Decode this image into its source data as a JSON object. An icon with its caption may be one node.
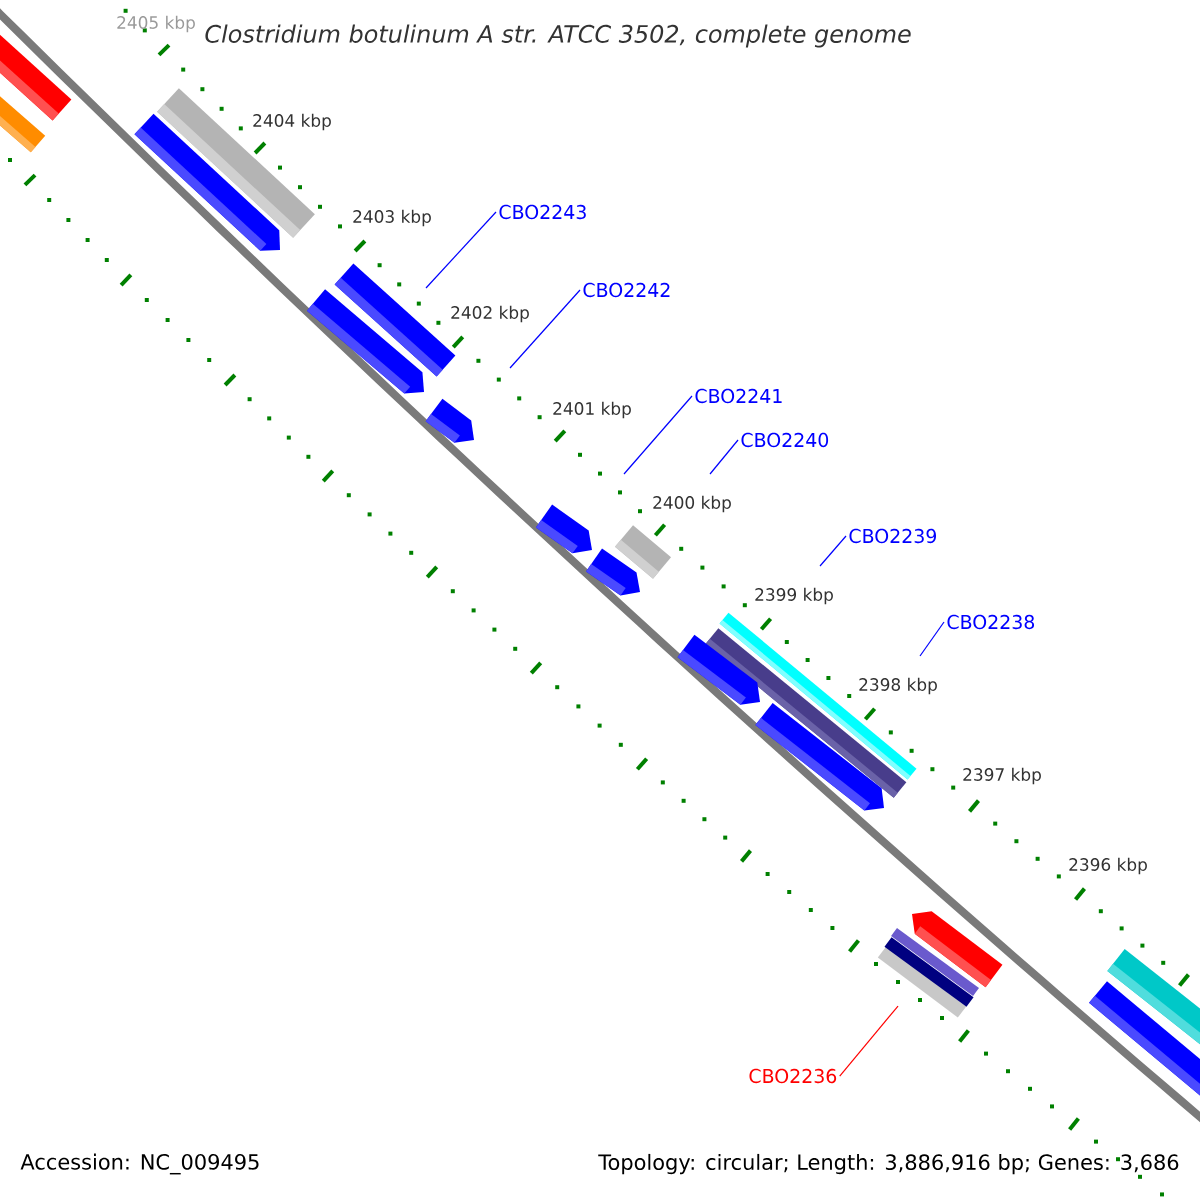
{
  "diagram": {
    "title": "Clostridium botulinum A str. ATCC 3502, complete genome",
    "nodes": [
      {
        "text": [
          "CBO2243"
        ]
      },
      {
        "text": [
          "CBO2242"
        ]
      },
      {
        "text": [
          "CBO2241"
        ]
      },
      {
        "text": [
          "CBO2240"
        ]
      },
      {
        "text": [
          "CBO2239"
        ]
      },
      {
        "text": [
          "CBO2238"
        ]
      },
      {
        "text": [
          "CBO2236"
        ]
      }
    ],
    "edges": [
      {
        "from": 0,
        "to": null,
        "arrow": "none"
      },
      {
        "from": 1,
        "to": null,
        "arrow": "none"
      },
      {
        "from": 2,
        "to": null,
        "arrow": "none"
      },
      {
        "from": 3,
        "to": null,
        "arrow": "none"
      },
      {
        "from": 4,
        "to": null,
        "arrow": "none"
      },
      {
        "from": 5,
        "to": null,
        "arrow": "none"
      },
      {
        "from": 6,
        "to": null,
        "arrow": "none",
        "color": "#ff0000"
      }
    ],
    "labels": [
      "2405 kbp",
      "2404 kbp",
      "2403 kbp",
      "2402 kbp",
      "2401 kbp",
      "2400 kbp",
      "2399 kbp",
      "2398 kbp",
      "2397 kbp",
      "2396 kbp",
      "Accession: NC_009495",
      "Topology: circular; Length: 3,886,916 bp; Genes: 3,686"
    ]
  }
}
